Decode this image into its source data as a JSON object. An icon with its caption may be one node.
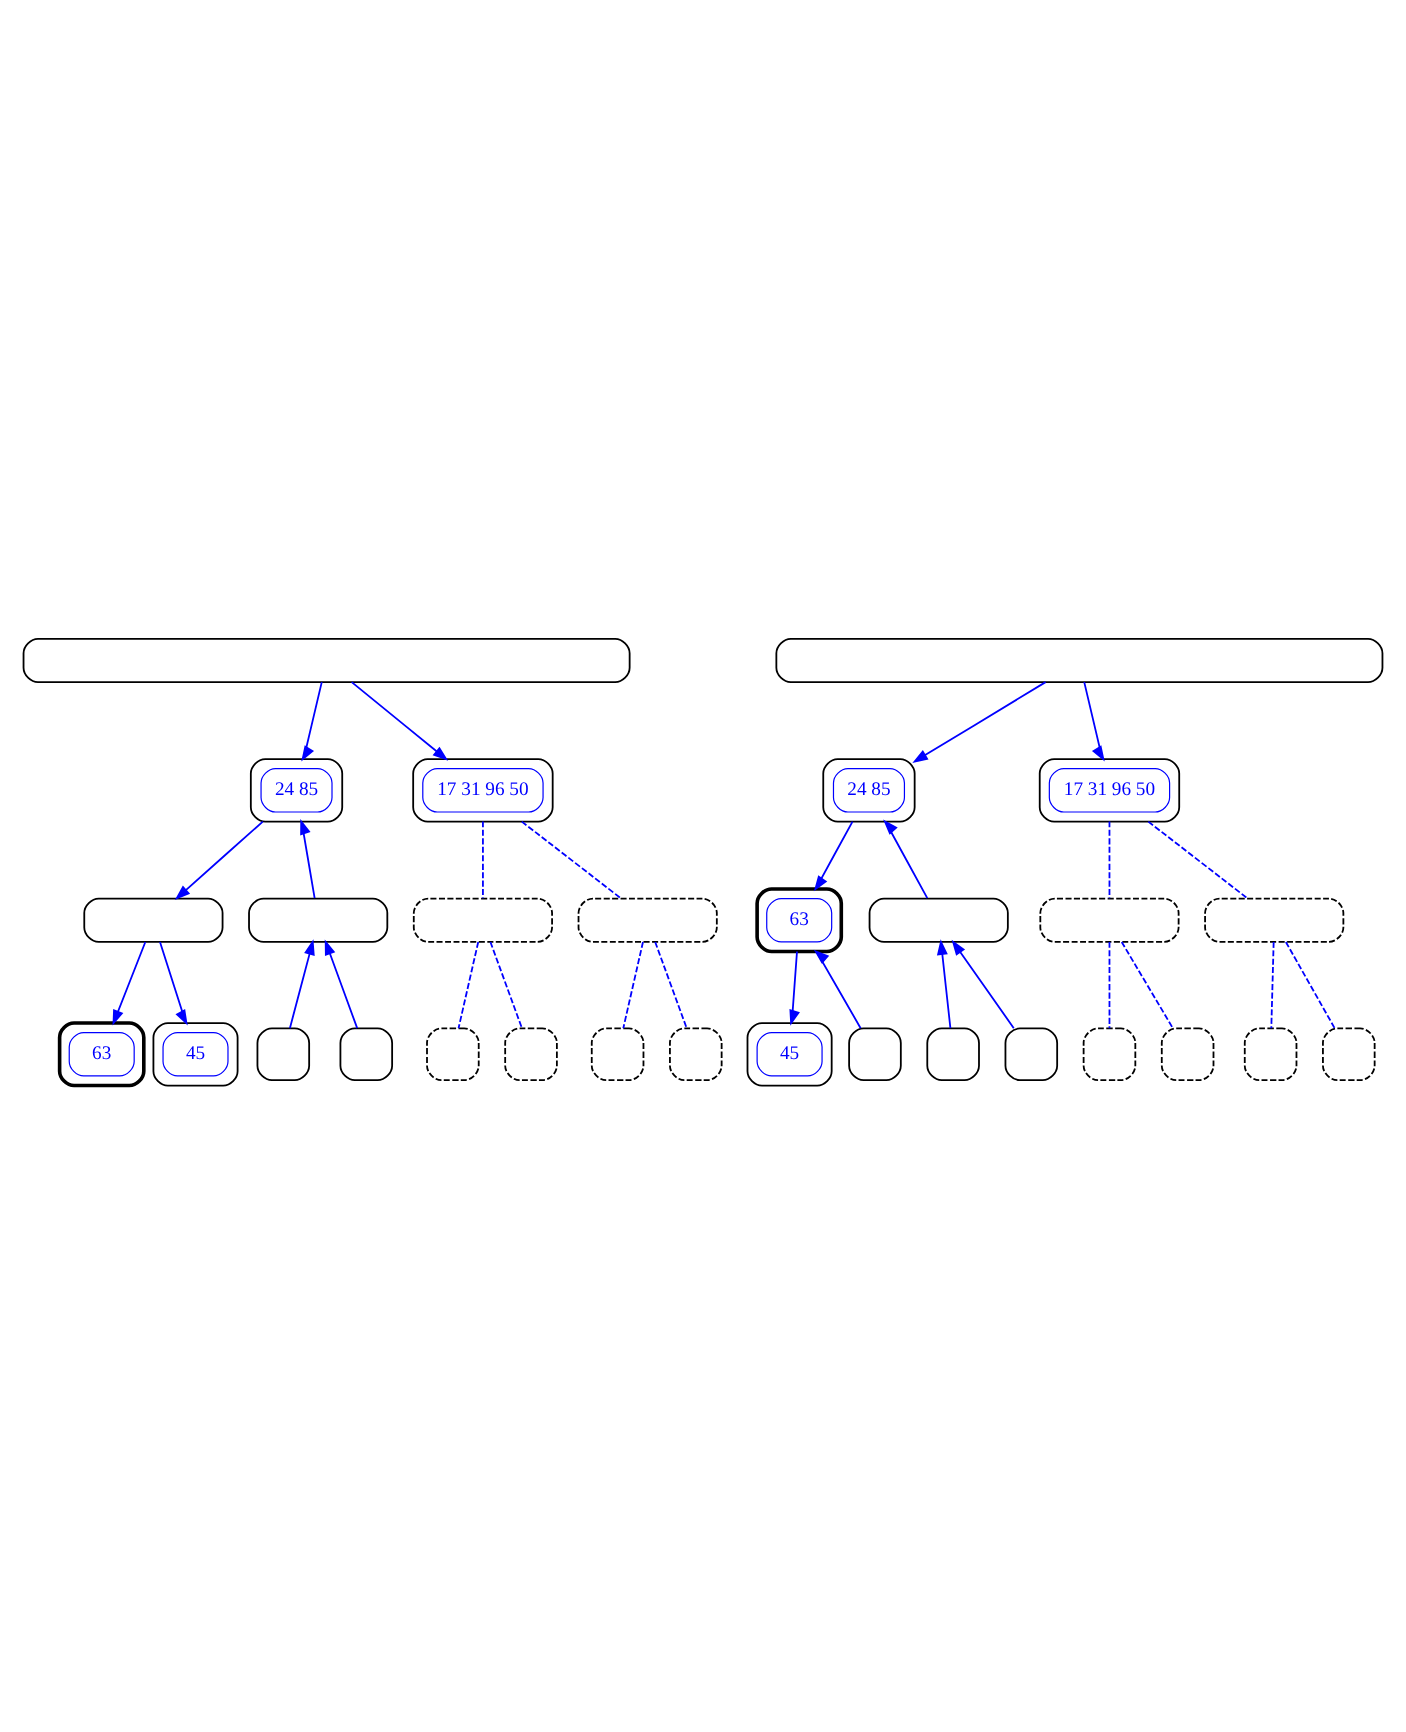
{
  "diagram": {
    "nodes": [
      {
        "text": [],
        "shape": "box"
      },
      {
        "text": [],
        "shape": "box"
      },
      {
        "text": [
          "24 85"
        ],
        "in": 1
      },
      {
        "text": [],
        "shape": "box"
      },
      {
        "text": [
          "17 31 96 50"
        ],
        "in": 3
      },
      {
        "text": [],
        "shape": "box"
      },
      {
        "text": [],
        "shape": "box"
      },
      {
        "text": [],
        "shape": "box"
      },
      {
        "text": [],
        "shape": "box"
      },
      {
        "text": [],
        "shape": "box"
      },
      {
        "text": [],
        "shape": "box"
      },
      {
        "text": [],
        "shape": "box"
      },
      {
        "text": [
          "63"
        ],
        "in": 11
      },
      {
        "text": [],
        "shape": "box"
      },
      {
        "text": [
          "45"
        ],
        "in": 13
      },
      {
        "text": [],
        "shape": "box"
      },
      {
        "text": [],
        "shape": "box"
      },
      {
        "text": [],
        "shape": "box"
      },
      {
        "text": [],
        "shape": "box"
      },
      {
        "text": [],
        "shape": "box"
      },
      {
        "text": [],
        "shape": "box"
      },
      {
        "text": [
          "24 85"
        ],
        "in": 20
      },
      {
        "text": [],
        "shape": "box"
      },
      {
        "text": [
          "17 31 96 50"
        ],
        "in": 22
      },
      {
        "text": [],
        "shape": "box"
      },
      {
        "text": [],
        "shape": "box"
      },
      {
        "text": [
          "63"
        ],
        "in": 25
      },
      {
        "text": [],
        "shape": "box"
      },
      {
        "text": [],
        "shape": "box"
      },
      {
        "text": [],
        "shape": "box"
      },
      {
        "text": [],
        "shape": "box"
      },
      {
        "text": [],
        "shape": "box"
      },
      {
        "text": [],
        "shape": "box"
      },
      {
        "text": [
          "45"
        ],
        "in": 32
      },
      {
        "text": [],
        "shape": "box"
      },
      {
        "text": [],
        "shape": "box"
      },
      {
        "text": [],
        "shape": "box"
      },
      {
        "text": [],
        "shape": "box"
      }
    ],
    "edges": [
      {
        "from": 0,
        "to": 1,
        "arrow": "to"
      },
      {
        "from": 0,
        "to": 3,
        "arrow": "to"
      },
      {
        "from": 5,
        "to": 1,
        "arrow": "to"
      },
      {
        "from": 1,
        "to": 6,
        "arrow": "to"
      },
      {
        "from": 3,
        "to": 7,
        "arrow": "none",
        "style": "dashed"
      },
      {
        "from": 3,
        "to": 8,
        "arrow": "none",
        "style": "dashed"
      },
      {
        "from": 9,
        "to": 5,
        "arrow": "to"
      },
      {
        "from": 10,
        "to": 5,
        "arrow": "to"
      },
      {
        "from": 6,
        "to": 11,
        "arrow": "to"
      },
      {
        "from": 6,
        "to": 13,
        "arrow": "to"
      },
      {
        "from": 7,
        "to": 15,
        "arrow": "none",
        "style": "dashed"
      },
      {
        "from": 7,
        "to": 16,
        "arrow": "none",
        "style": "dashed"
      },
      {
        "from": 8,
        "to": 17,
        "arrow": "none",
        "style": "dashed"
      },
      {
        "from": 8,
        "to": 18,
        "arrow": "none",
        "style": "dashed"
      },
      {
        "from": 19,
        "to": 20,
        "arrow": "to"
      },
      {
        "from": 19,
        "to": 22,
        "arrow": "to"
      },
      {
        "from": 24,
        "to": 20,
        "arrow": "to"
      },
      {
        "from": 20,
        "to": 25,
        "arrow": "to"
      },
      {
        "from": 22,
        "to": 27,
        "arrow": "none",
        "style": "dashed"
      },
      {
        "from": 22,
        "to": 28,
        "arrow": "none",
        "style": "dashed"
      },
      {
        "from": 29,
        "to": 24,
        "arrow": "to"
      },
      {
        "from": 30,
        "to": 24,
        "arrow": "to"
      },
      {
        "from": 31,
        "to": 25,
        "arrow": "to"
      },
      {
        "from": 25,
        "to": 32,
        "arrow": "to"
      },
      {
        "from": 27,
        "to": 34,
        "arrow": "none",
        "style": "dashed"
      },
      {
        "from": 27,
        "to": 35,
        "arrow": "none",
        "style": "dashed"
      },
      {
        "from": 28,
        "to": 36,
        "arrow": "none",
        "style": "dashed"
      },
      {
        "from": 28,
        "to": 37,
        "arrow": "none",
        "style": "dashed"
      }
    ]
  }
}
